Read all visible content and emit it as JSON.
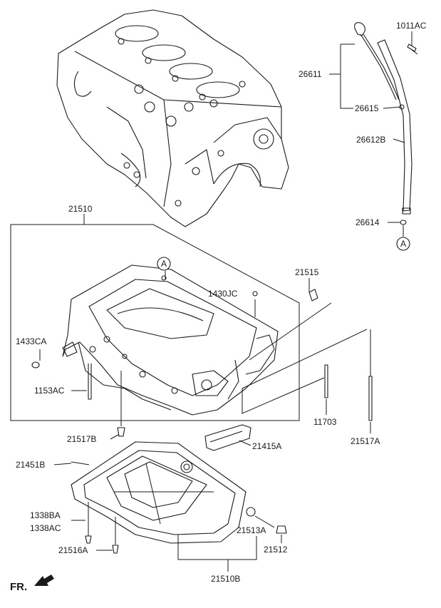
{
  "labels": {
    "p1011AC": "1011AC",
    "p26611": "26611",
    "p26615": "26615",
    "p26612B": "26612B",
    "p26614": "26614",
    "ref_top": "A",
    "ref_pan": "A",
    "p21510": "21510",
    "p21515": "21515",
    "p1430JC": "1430JC",
    "p1433CA": "1433CA",
    "p1153AC": "1153AC",
    "p11703": "11703",
    "p21517A": "21517A",
    "p21517B": "21517B",
    "p21415A": "21415A",
    "p21451B": "21451B",
    "p1338BA": "1338BA",
    "p1338AC": "1338AC",
    "p21513A": "21513A",
    "p21512": "21512",
    "p21516A": "21516A",
    "p21510B": "21510B",
    "fr": "FR."
  },
  "icons": {
    "direction": "arrow-left-down-icon",
    "reference": "circled-letter-icon"
  }
}
